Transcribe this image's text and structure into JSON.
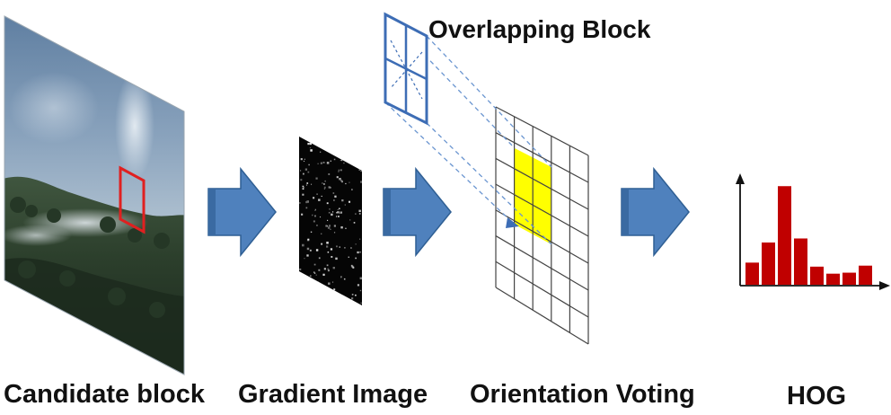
{
  "labels": {
    "overlapping_block": "Overlapping Block",
    "candidate_block": "Candidate block",
    "gradient_image": "Gradient Image",
    "orientation_voting": "Orientation Voting",
    "hog": "HOG"
  },
  "colors": {
    "arrow_fill": "#4f81bd",
    "arrow_stroke": "#2f5f94",
    "highlight_red": "#e02020",
    "vote_cells": "#ffff00",
    "hog_bars": "#c00000",
    "block_outline": "#3d6db5",
    "grid_lines": "#444444"
  },
  "icons": [
    "flow-arrow-icon",
    "flow-arrow-icon",
    "flow-arrow-icon"
  ],
  "chart_data": {
    "type": "bar",
    "values": [
      0.22,
      0.42,
      0.98,
      0.46,
      0.18,
      0.11,
      0.12,
      0.19
    ],
    "title": "",
    "xlabel": "",
    "ylabel": ""
  }
}
